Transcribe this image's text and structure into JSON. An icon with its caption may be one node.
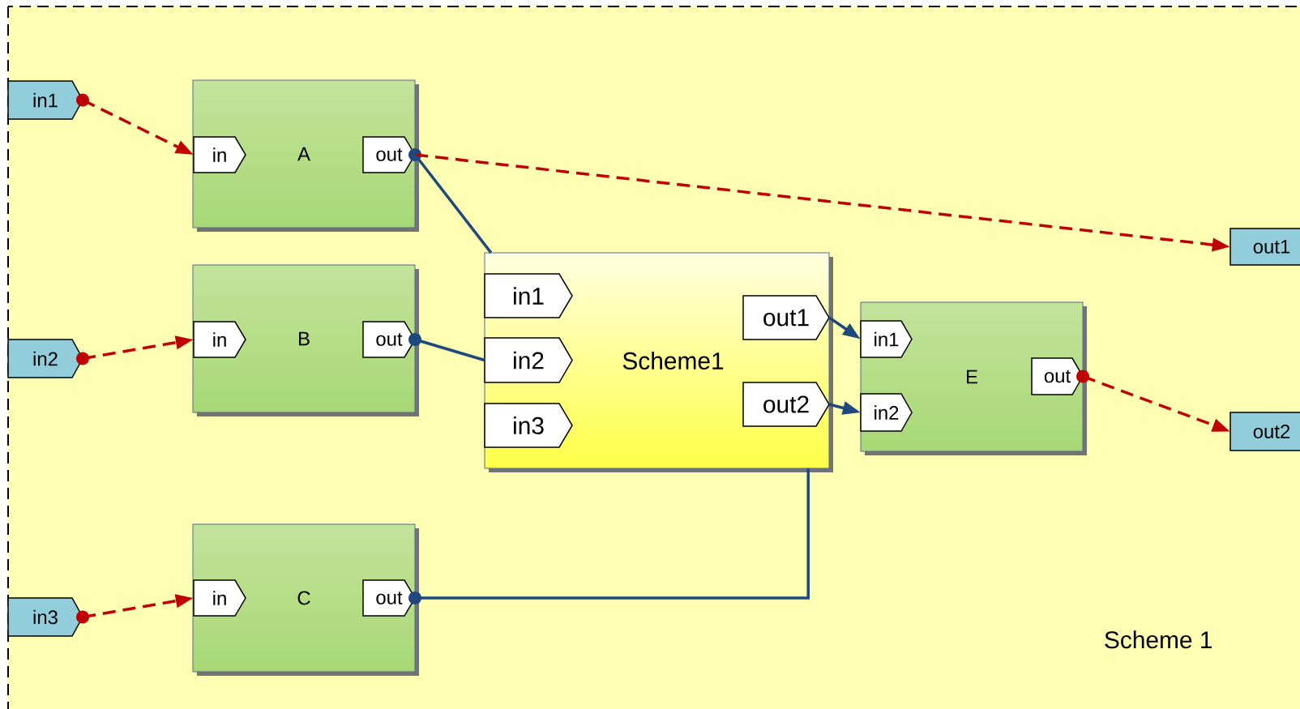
{
  "diagram": {
    "nodes": [
      {
        "text": [
          "Scheme 1"
        ]
      },
      {
        "text": [
          "in1"
        ],
        "in": 0
      },
      {
        "text": [
          "in2"
        ],
        "in": 0
      },
      {
        "text": [
          "in3"
        ],
        "in": 0
      },
      {
        "text": [
          "A"
        ],
        "in": 0
      },
      {
        "text": [
          "in"
        ],
        "in": 4
      },
      {
        "text": [
          "out"
        ],
        "in": 4
      },
      {
        "text": [
          "B"
        ],
        "in": 0
      },
      {
        "text": [
          "in"
        ],
        "in": 7
      },
      {
        "text": [
          "out"
        ],
        "in": 7
      },
      {
        "text": [
          "C"
        ],
        "in": 0
      },
      {
        "text": [
          "in"
        ],
        "in": 10
      },
      {
        "text": [
          "out"
        ],
        "in": 10
      },
      {
        "text": [
          "Scheme1"
        ],
        "in": 0
      },
      {
        "text": [
          "in1"
        ],
        "in": 13
      },
      {
        "text": [
          "in2"
        ],
        "in": 13
      },
      {
        "text": [
          "in3"
        ],
        "in": 13
      },
      {
        "text": [
          "out1"
        ],
        "in": 13
      },
      {
        "text": [
          "out2"
        ],
        "in": 13
      },
      {
        "text": [
          "E"
        ],
        "in": 0
      },
      {
        "text": [
          "in1"
        ],
        "in": 19
      },
      {
        "text": [
          "in2"
        ],
        "in": 19
      },
      {
        "text": [
          "out"
        ],
        "in": 19
      },
      {
        "text": [
          "out1"
        ],
        "in": 0
      },
      {
        "text": [
          "out2"
        ],
        "in": 0
      }
    ],
    "edges": [
      {
        "from": 1,
        "to": 5,
        "arrow": "to",
        "style": "dashed",
        "color": "#c00000"
      },
      {
        "from": 6,
        "to": 23,
        "arrow": "to",
        "style": "dashed",
        "color": "#c00000"
      },
      {
        "from": 6,
        "to": 13,
        "arrow": "none",
        "color": "#1f497d"
      },
      {
        "from": 2,
        "to": 8,
        "arrow": "to",
        "style": "dashed",
        "color": "#c00000"
      },
      {
        "from": 9,
        "to": 15,
        "arrow": "none",
        "color": "#1f497d"
      },
      {
        "from": 17,
        "to": 20,
        "arrow": "to",
        "color": "#1f497d"
      },
      {
        "from": 18,
        "to": 21,
        "arrow": "to",
        "color": "#1f497d"
      },
      {
        "from": 22,
        "to": 24,
        "arrow": "to",
        "style": "dashed",
        "color": "#c00000"
      },
      {
        "from": 3,
        "to": 11,
        "arrow": "to",
        "style": "dashed",
        "color": "#c00000"
      },
      {
        "from": 12,
        "to": 13,
        "arrow": "none",
        "color": "#1f497d"
      }
    ]
  }
}
